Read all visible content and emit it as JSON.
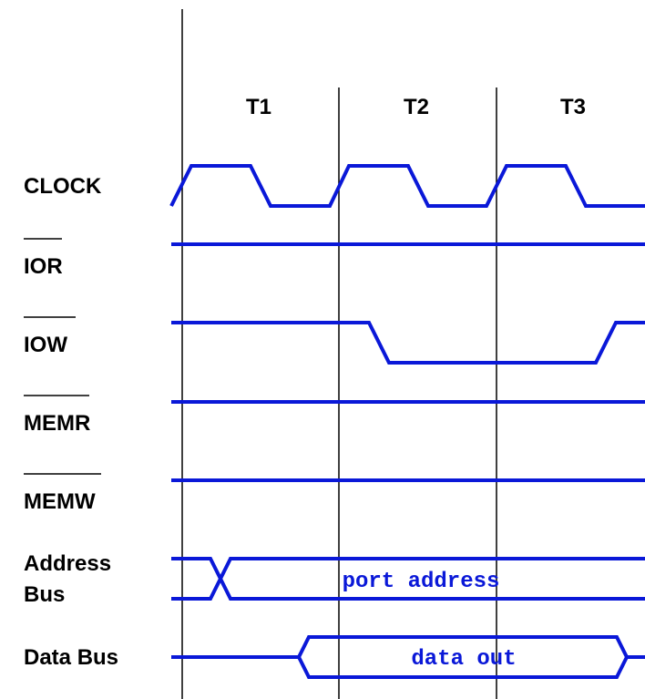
{
  "periods": [
    "T1",
    "T2",
    "T3"
  ],
  "signals": {
    "clock": "CLOCK",
    "ior": "IOR",
    "iow": "IOW",
    "memr": "MEMR",
    "memw": "MEMW",
    "address_bus_line1": "Address",
    "address_bus_line2": "Bus",
    "data_bus": "Data Bus"
  },
  "bus_values": {
    "address": "port address",
    "data": "data out"
  },
  "colors": {
    "waveform": "#0a18d8",
    "text": "#000000",
    "background": "#ffffff"
  }
}
